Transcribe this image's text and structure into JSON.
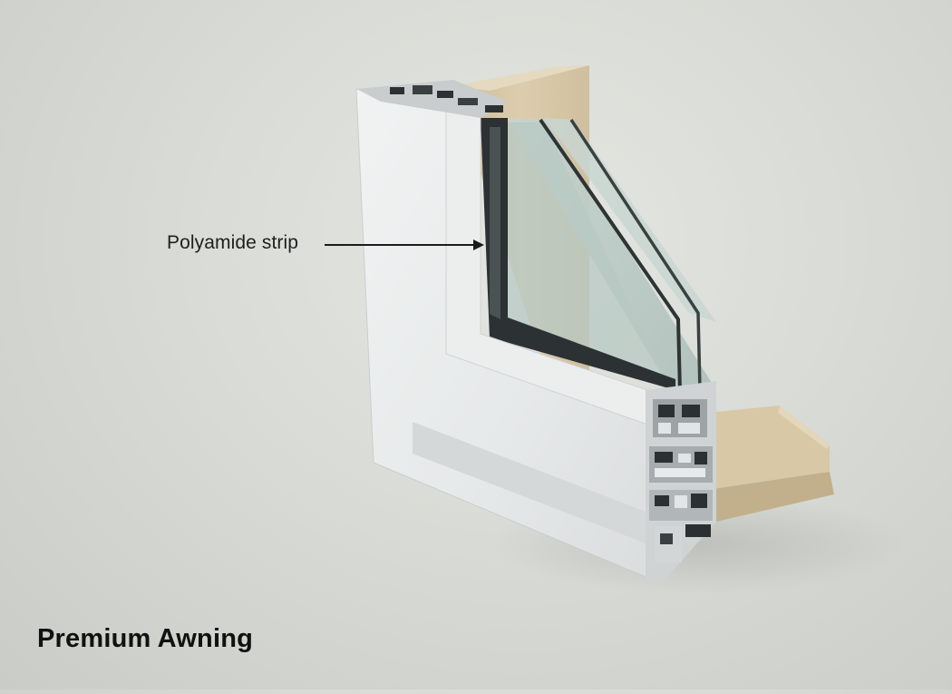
{
  "image": {
    "subject": "window-frame-cross-section",
    "callout_label": "Polyamide strip",
    "caption": "Premium Awning",
    "colors": {
      "background": "#d9dbd6",
      "frame": "#e9ecec",
      "timber": "#d9c9a8",
      "glass": "#b9c9c4",
      "text": "#111111"
    }
  }
}
